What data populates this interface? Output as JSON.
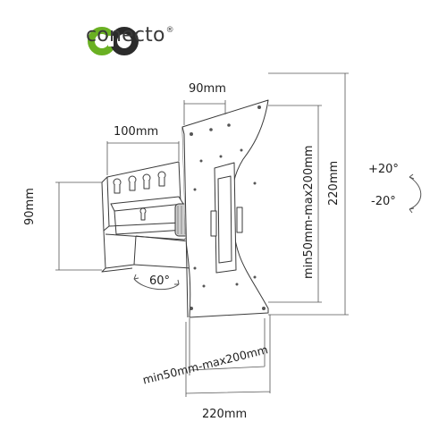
{
  "brand": {
    "name": "conecto",
    "registered_mark": "®",
    "accent_color": "#6ab023",
    "dark_color": "#2b2b2b"
  },
  "dimensions": {
    "arm_depth_top": "90mm",
    "bracket_width": "100mm",
    "bracket_height": "90mm",
    "plate_height": "220mm",
    "vesa_vertical": "min50mm-max200mm",
    "vesa_horizontal": "min50mm-max200mm",
    "plate_width": "220mm"
  },
  "angles": {
    "swivel": "60°",
    "tilt_up": "+20°",
    "tilt_down": "-20°"
  }
}
